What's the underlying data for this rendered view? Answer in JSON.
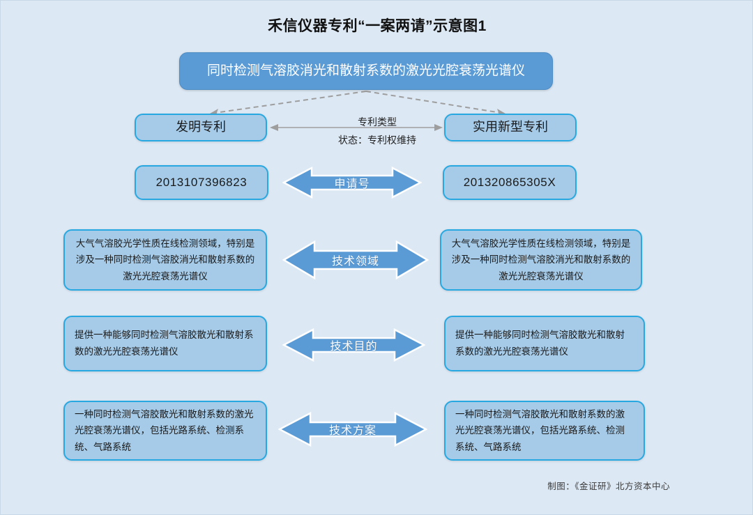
{
  "page": {
    "title": "禾信仪器专利“一案两请”示意图1",
    "background_color": "#dce8f4",
    "credit": "制图：《金证研》北方资本中心"
  },
  "top_node": {
    "label": "同时检测气溶胶消光和散射系数的激光光腔衰荡光谱仪",
    "fill_color": "#5b9bd5",
    "text_color": "#ffffff"
  },
  "connector": {
    "type_label": "专利类型",
    "status_label": "状态：专利权维持"
  },
  "rows": [
    {
      "key": "patent_type",
      "arrow_label": "",
      "left": "发明专利",
      "right": "实用新型专利"
    },
    {
      "key": "application_number",
      "arrow_label": "申请号",
      "left": "2013107396823",
      "right": "201320865305X"
    },
    {
      "key": "technical_field",
      "arrow_label": "技术领域",
      "left": "大气气溶胶光学性质在线检测领域，特别是涉及一种同时检测气溶胶消光和散射系数的激光光腔衰荡光谱仪",
      "right": "大气气溶胶光学性质在线检测领域，特别是涉及一种同时检测气溶胶消光和散射系数的激光光腔衰荡光谱仪"
    },
    {
      "key": "technical_purpose",
      "arrow_label": "技术目的",
      "left": "提供一种能够同时检测气溶胶散光和散射系数的激光光腔衰荡光谱仪",
      "right": "提供一种能够同时检测气溶胶散光和散射系数的激光光腔衰荡光谱仪"
    },
    {
      "key": "technical_plan",
      "arrow_label": "技术方案",
      "left": "一种同时检测气溶胶散光和散射系数的激光光腔衰荡光谱仪，包括光路系统、检测系统、气路系统",
      "right": "一种同时检测气溶胶散光和散射系数的激光光腔衰荡光谱仪，包括光路系统、检测系统、气路系统"
    }
  ],
  "colors": {
    "node_fill_light": "#a6cbe8",
    "node_border": "#28a8e0",
    "arrow_fill": "#5b9bd5",
    "connector_gray": "#9b9b9b"
  }
}
